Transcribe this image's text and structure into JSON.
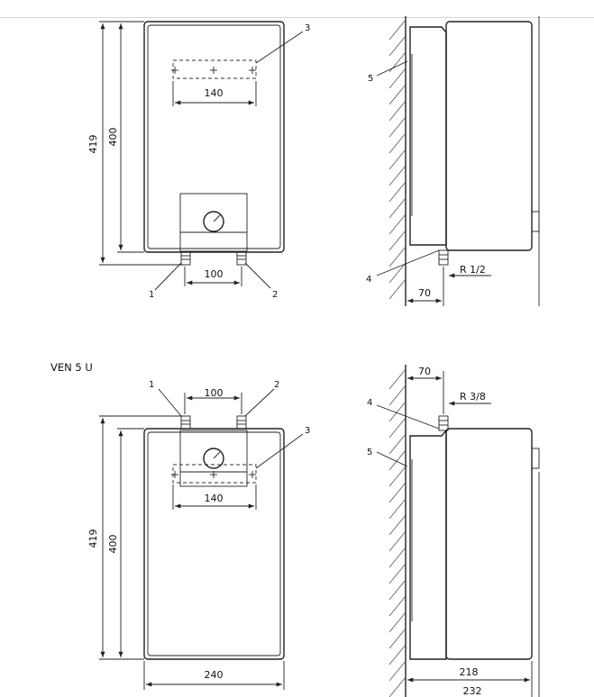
{
  "model_label": "VEN 5 U",
  "top_view": {
    "dim_total_height": "419",
    "dim_body_height": "400",
    "dim_bracket_width": "140",
    "dim_pipe_spacing": "100",
    "callouts": [
      "1",
      "2",
      "3"
    ]
  },
  "top_side_view": {
    "callouts": [
      "4",
      "5"
    ],
    "thread_label": "R 1/2",
    "dim_wall_to_pipe": "70"
  },
  "bottom_view": {
    "dim_total_height": "419",
    "dim_body_height": "400",
    "dim_bracket_width": "140",
    "dim_pipe_spacing": "100",
    "dim_body_width": "240",
    "callouts": [
      "1",
      "2",
      "3"
    ]
  },
  "bottom_side_view": {
    "callouts": [
      "4",
      "5"
    ],
    "thread_label": "R 3/8",
    "dim_wall_to_pipe": "70",
    "dim_depth_body": "218",
    "dim_depth_total": "232"
  }
}
